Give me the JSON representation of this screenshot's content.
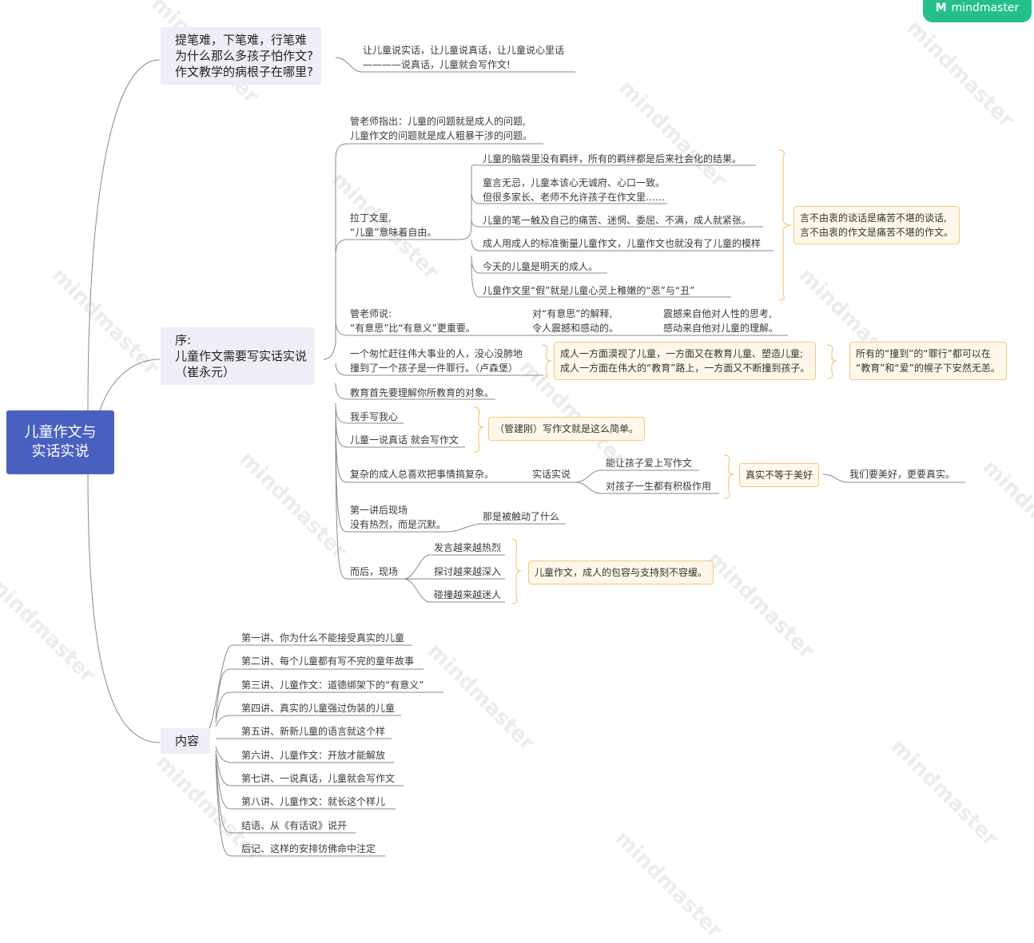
{
  "brand": {
    "logo_text": "mindmaster",
    "watermark": "mindmaster",
    "accent": "#25c089",
    "root_color": "#4a60c0",
    "callout_border": "#f1c87d"
  },
  "root": {
    "lines": [
      "儿童作文与",
      "实话实说"
    ]
  },
  "branch1": {
    "lines": [
      "提笔难，下笔难，行笔难",
      "为什么那么多孩子怕作文?",
      "作文教学的病根子在哪里?"
    ],
    "child": [
      "让儿童说实话，让儿童说真话，让儿童说心里话",
      "————说真话，儿童就会写作文!"
    ]
  },
  "branch2": {
    "lines": [
      "序:",
      "儿童作文需要写实话实说",
      "（崔永元）"
    ],
    "n1": [
      "管老师指出：儿童的问题就是成人的问题,",
      "儿童作文的问题就是成人粗暴干涉的问题。"
    ],
    "n2": [
      "拉丁文里,",
      "“儿童”意味着自由。"
    ],
    "n2_children": [
      [
        "儿童的脑袋里没有羁绊，所有的羁绊都是后来社会化的结果。"
      ],
      [
        "童言无忌，儿童本该心无诚府、心口一致。",
        "但很多家长、老师不允许孩子在作文里……"
      ],
      [
        "儿童的笔一触及自己的痛苦、迷惘、委屈、不满，成人就紧张。"
      ],
      [
        "成人用成人的标准衡量儿童作文，儿童作文也就没有了儿童的模样"
      ],
      [
        "今天的儿童是明天的成人。"
      ],
      [
        "儿童作文里“假”就是儿童心灵上稚嫩的“恶”与“丑”"
      ]
    ],
    "n2_summary": [
      "言不由衷的谈话是痛苦不堪的谈话,",
      "言不由衷的作文是痛苦不堪的作文。"
    ],
    "n3": [
      "管老师说:",
      "“有意思”比“有意义”更重要。"
    ],
    "n3_a": [
      "对“有意思”的解释,",
      "令人震撼和感动的。"
    ],
    "n3_b": [
      "震撼来自他对人性的思考,",
      "感动来自他对儿童的理解。"
    ],
    "n4": [
      "一个匆忙赶往伟大事业的人，没心没肺地",
      "撞到了一个孩子是一件罪行。（卢森堡）"
    ],
    "n4_a": [
      "成人一方面漠视了儿童，一方面又在教育儿童、塑造儿童;",
      "成人一方面在伟大的“教育”路上，一方面又不断撞到孩子。"
    ],
    "n4_b": [
      "所有的“撞到”的“罪行”都可以在",
      "“教育”和“爱”的幌子下安然无恙。"
    ],
    "n5": [
      "教育首先要理解你所教育的对象。"
    ],
    "n6": [
      "我手写我心"
    ],
    "n7": [
      "儿童一说真话 就会写作文"
    ],
    "n67_summary": [
      "（管建刚）写作文就是这么简单。"
    ],
    "n8": [
      "复杂的成人总喜欢把事情搞复杂。"
    ],
    "n8_a": [
      "实话实说"
    ],
    "n8_b1": [
      "能让孩子爱上写作文"
    ],
    "n8_b2": [
      "对孩子一生都有积极作用"
    ],
    "n8_summary": [
      "真实不等于美好"
    ],
    "n8_end": [
      "我们要美好，更要真实。"
    ],
    "n9": [
      "第一讲后现场",
      "没有热烈，而是沉默。"
    ],
    "n9_a": [
      "那是被触动了什么"
    ],
    "n10": [
      "而后，现场"
    ],
    "n10_children": [
      [
        "发言越来越热烈"
      ],
      [
        "探讨越来越深入"
      ],
      [
        "碰撞越来越迷人"
      ]
    ],
    "n10_summary": [
      "儿童作文，成人的包容与支持刻不容缓。"
    ]
  },
  "branch3": {
    "label": "内容",
    "items": [
      "第一讲、你为什么不能接受真实的儿童",
      "第二讲、每个儿童都有写不完的童年故事",
      "第三讲、儿童作文：道德绑架下的“有意义”",
      "第四讲、真实的儿童强过伪装的儿童",
      "第五讲、新新儿童的语言就这个样",
      "第六讲、儿童作文：开放才能解放",
      "第七讲、一说真话，儿童就会写作文",
      "第八讲、儿童作文：就长这个样儿",
      "结语、从《有话说》说开",
      "后记、这样的安排彷佛命中注定"
    ]
  }
}
